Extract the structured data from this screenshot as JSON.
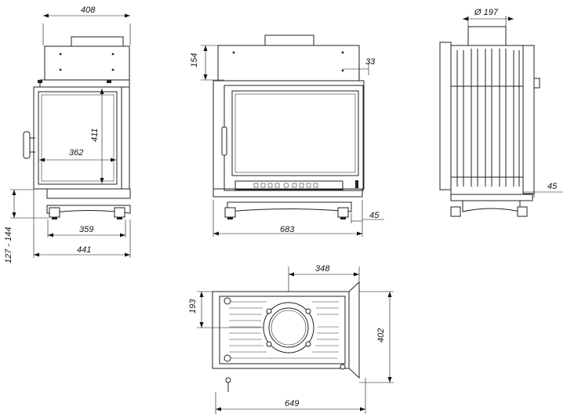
{
  "dimensions": {
    "front": {
      "width_top": "408",
      "height": "411",
      "glass_width": "362",
      "foot_span": "359",
      "overall_width": "441",
      "foot_height": "127 - 144"
    },
    "angled": {
      "top_offset": "154",
      "side_offset": "33",
      "overall_width": "683",
      "foot_offset": "45"
    },
    "side": {
      "flue_diameter": "Ø 197",
      "rear_offset": "45"
    },
    "top": {
      "flue_offset_x": "348",
      "flue_offset_y": "193",
      "depth": "402",
      "width": "649"
    }
  }
}
